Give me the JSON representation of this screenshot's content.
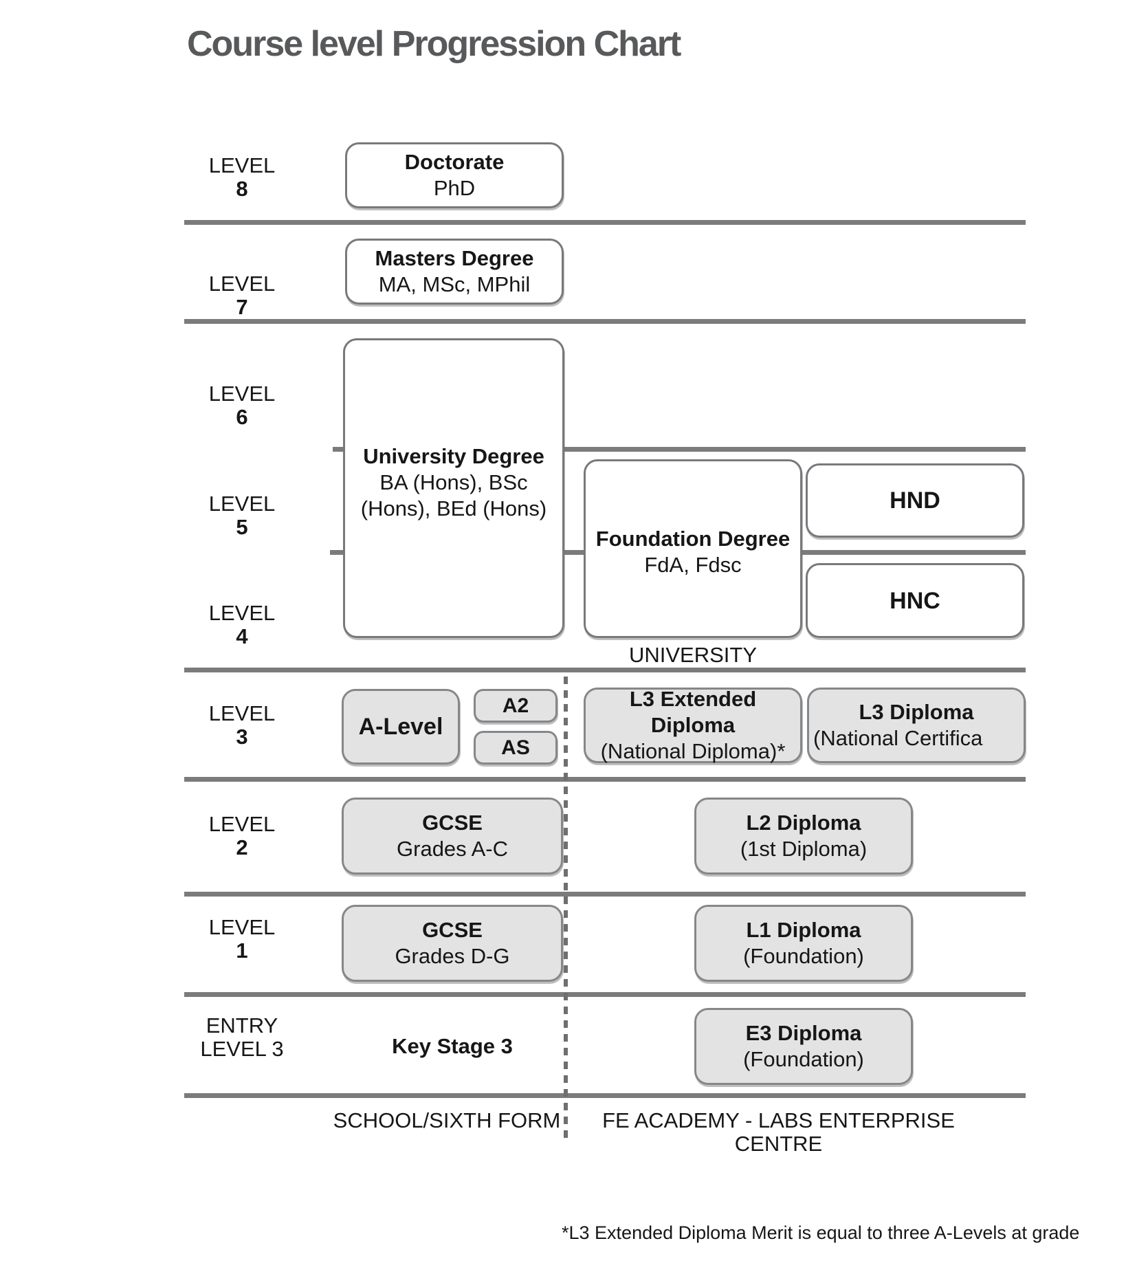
{
  "title": "Course level Progression Chart",
  "levels": [
    {
      "line1": "LEVEL",
      "line2": "8"
    },
    {
      "line1": "LEVEL",
      "line2": "7"
    },
    {
      "line1": "LEVEL",
      "line2": "6"
    },
    {
      "line1": "LEVEL",
      "line2": "5"
    },
    {
      "line1": "LEVEL",
      "line2": "4"
    },
    {
      "line1": "LEVEL",
      "line2": "3"
    },
    {
      "line1": "LEVEL",
      "line2": "2"
    },
    {
      "line1": "LEVEL",
      "line2": "1"
    },
    {
      "line1": "ENTRY",
      "line2": "LEVEL 3"
    }
  ],
  "boxes": {
    "doctorate": {
      "title": "Doctorate",
      "subtitle": "PhD"
    },
    "masters": {
      "title": "Masters Degree",
      "subtitle": "MA, MSc, MPhil"
    },
    "university_degree": {
      "title": "University Degree",
      "sub1": "BA (Hons), BSc",
      "sub2": "(Hons), BEd (Hons)"
    },
    "foundation_degree": {
      "title": "Foundation Degree",
      "subtitle": "FdA, Fdsc"
    },
    "hnd": {
      "title": "HND"
    },
    "hnc": {
      "title": "HNC"
    },
    "a_level": {
      "title": "A-Level"
    },
    "a2": {
      "title": "A2"
    },
    "as": {
      "title": "AS"
    },
    "l3_extended": {
      "title": "L3 Extended Diploma",
      "subtitle": "(National Diploma)*"
    },
    "l3_diploma": {
      "title": "L3 Diploma",
      "subtitle": "(National Certifica"
    },
    "gcse_ac": {
      "title": "GCSE",
      "subtitle": "Grades A-C"
    },
    "l2_diploma": {
      "title": "L2 Diploma",
      "subtitle": "(1st Diploma)"
    },
    "gcse_dg": {
      "title": "GCSE",
      "subtitle": "Grades D-G"
    },
    "l1_diploma": {
      "title": "L1 Diploma",
      "subtitle": "(Foundation)"
    },
    "key_stage_3": {
      "title": "Key Stage 3"
    },
    "e3_diploma": {
      "title": "E3 Diploma",
      "subtitle": "(Foundation)"
    }
  },
  "captions": {
    "university": "UNIVERSITY",
    "school_side": "SCHOOL/SIXTH FORM",
    "fe_side": "FE ACADEMY - LABS ENTERPRISE CENTRE"
  },
  "footnote": "*L3 Extended Diploma Merit is equal to three A-Levels at grade",
  "colors": {
    "title_text": "#58595b",
    "divider": "#7b7b7b",
    "box_border": "#77797c",
    "gray_box_fill": "#e3e3e4",
    "text": "#161616"
  }
}
